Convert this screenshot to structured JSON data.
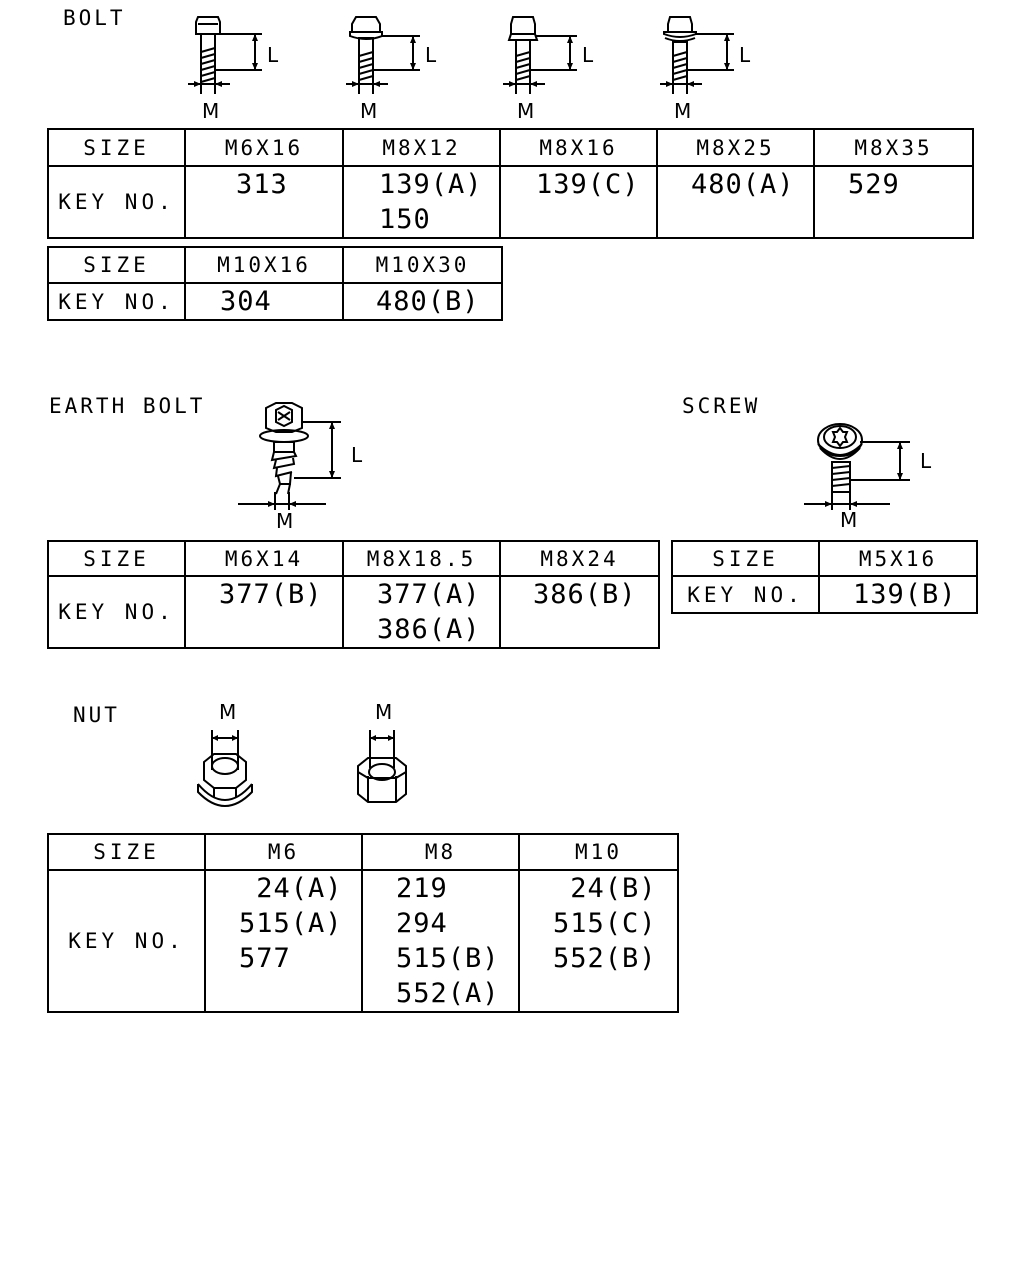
{
  "bolt": {
    "title": "BOLT",
    "dim_l": "L",
    "dim_m": "M",
    "table1": {
      "size_label": "SIZE",
      "key_label": "KEY NO.",
      "sizes": [
        "M6X16",
        "M8X12",
        "M8X16",
        "M8X25",
        "M8X35"
      ],
      "keys": [
        "313",
        "139(A)\n150",
        "139(C)",
        "480(A)",
        "529"
      ]
    },
    "table2": {
      "size_label": "SIZE",
      "key_label": "KEY NO.",
      "sizes": [
        "M10X16",
        "M10X30"
      ],
      "keys": [
        "304",
        "480(B)"
      ]
    }
  },
  "earth_bolt": {
    "title": "EARTH BOLT",
    "dim_l": "L",
    "dim_m": "M",
    "table": {
      "size_label": "SIZE",
      "key_label": "KEY NO.",
      "sizes": [
        "M6X14",
        "M8X18.5",
        "M8X24"
      ],
      "keys": [
        "377(B)",
        "377(A)\n386(A)",
        "386(B)"
      ]
    }
  },
  "screw": {
    "title": "SCREW",
    "dim_l": "L",
    "dim_m": "M",
    "table": {
      "size_label": "SIZE",
      "key_label": "KEY NO.",
      "sizes": [
        "M5X16"
      ],
      "keys": [
        "139(B)"
      ]
    }
  },
  "nut": {
    "title": "NUT",
    "dim_m": "M",
    "table": {
      "size_label": "SIZE",
      "key_label": "KEY NO.",
      "sizes": [
        "M6",
        "M8",
        "M10"
      ],
      "keys": [
        " 24(A)\n515(A)\n577",
        "219\n294\n515(B)\n552(A)",
        " 24(B)\n515(C)\n552(B)"
      ]
    }
  }
}
